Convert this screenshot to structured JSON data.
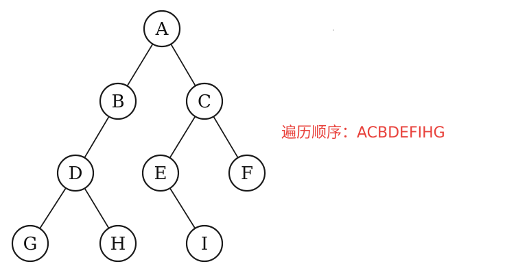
{
  "tree": {
    "nodes": [
      {
        "id": "A",
        "label": "A"
      },
      {
        "id": "B",
        "label": "B"
      },
      {
        "id": "C",
        "label": "C"
      },
      {
        "id": "D",
        "label": "D"
      },
      {
        "id": "E",
        "label": "E"
      },
      {
        "id": "F",
        "label": "F"
      },
      {
        "id": "G",
        "label": "G"
      },
      {
        "id": "H",
        "label": "H"
      },
      {
        "id": "I",
        "label": "I"
      }
    ],
    "edges": [
      [
        "A",
        "B"
      ],
      [
        "A",
        "C"
      ],
      [
        "B",
        "D"
      ],
      [
        "C",
        "E"
      ],
      [
        "C",
        "F"
      ],
      [
        "D",
        "G"
      ],
      [
        "D",
        "H"
      ],
      [
        "E",
        "I"
      ]
    ]
  },
  "caption": {
    "text": "遍历顺序：ACBDEFIHG",
    "color": "#e8413b"
  }
}
